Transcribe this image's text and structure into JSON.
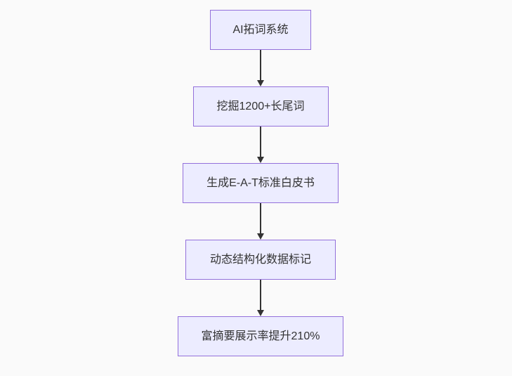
{
  "page": {
    "background_color": "#fafafa"
  },
  "diagram": {
    "type": "flowchart",
    "direction": "top-down",
    "nodes": [
      {
        "label": "AI拓词系统"
      },
      {
        "label": "挖掘1200+长尾词"
      },
      {
        "label": "生成E-A-T标准白皮书"
      },
      {
        "label": "动态结构化数据标记"
      },
      {
        "label": "富摘要展示率提升210%"
      }
    ],
    "edges": [
      {
        "from": 0,
        "to": 1
      },
      {
        "from": 1,
        "to": 2
      },
      {
        "from": 2,
        "to": 3
      },
      {
        "from": 3,
        "to": 4
      }
    ],
    "colors": {
      "node_fill": "#ececff",
      "node_border": "#9370db",
      "node_text": "#333333",
      "arrow": "#333333"
    }
  }
}
